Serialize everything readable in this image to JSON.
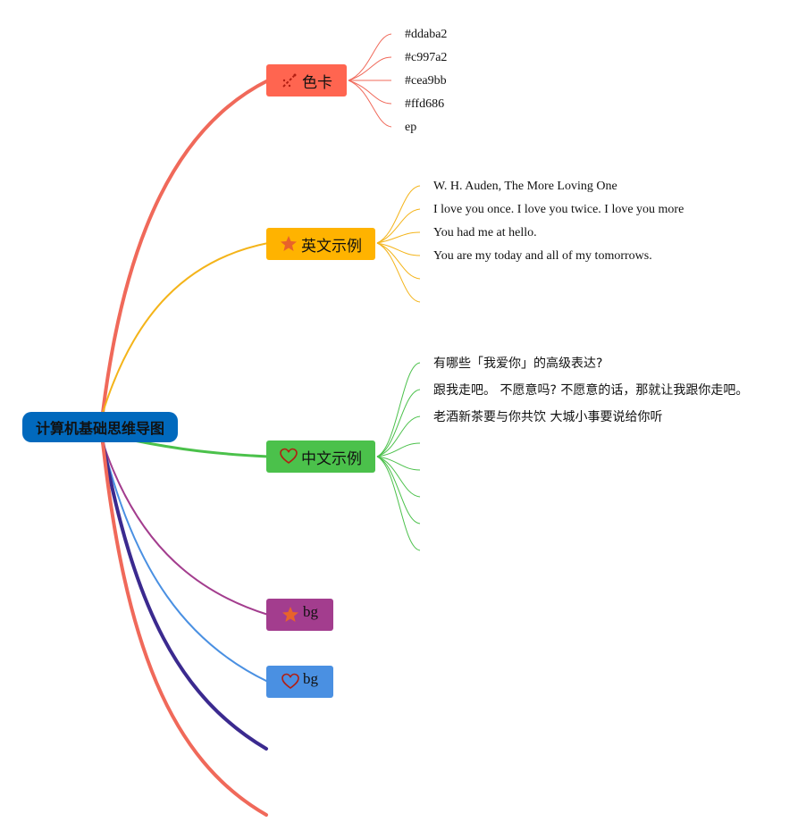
{
  "root": {
    "label": "计算机基础思维导图",
    "color": "#0169bd"
  },
  "colors": {
    "red": "#f0695a",
    "yellow": "#f4b41a",
    "green": "#4bc14b",
    "purple": "#a33d8e",
    "blue": "#4a90e2",
    "navy": "#3b2a8f",
    "orange_red": "#ff6550",
    "amber": "#ffb300"
  },
  "branches": [
    {
      "label": "色卡",
      "icon": "magic-wand-icon",
      "color": "#ff6550",
      "leaves": [
        "#ddaba2",
        "#c997a2",
        "#cea9bb",
        "#ffd686",
        "ep"
      ]
    },
    {
      "label": "英文示例",
      "icon": "star-icon",
      "color": "#ffb300",
      "leaves": [
        "W. H. Auden, The More Loving One",
        "I love you once. I love you twice. I love you more",
        "You had me at hello.",
        "You are my today and all of my tomorrows."
      ]
    },
    {
      "label": "中文示例",
      "icon": "heart-icon",
      "color": "#4bc14b",
      "leaves": [
        "有哪些「我爱你」的高级表达?",
        "跟我走吧。 不愿意吗? 不愿意的话，那就让我跟你走吧。",
        "老酒新茶要与你共饮 大城小事要说给你听"
      ]
    },
    {
      "label": "bg",
      "icon": "star-icon",
      "color": "#a33d8e",
      "leaves": []
    },
    {
      "label": "bg",
      "icon": "heart-icon",
      "color": "#4a90e2",
      "leaves": []
    }
  ]
}
